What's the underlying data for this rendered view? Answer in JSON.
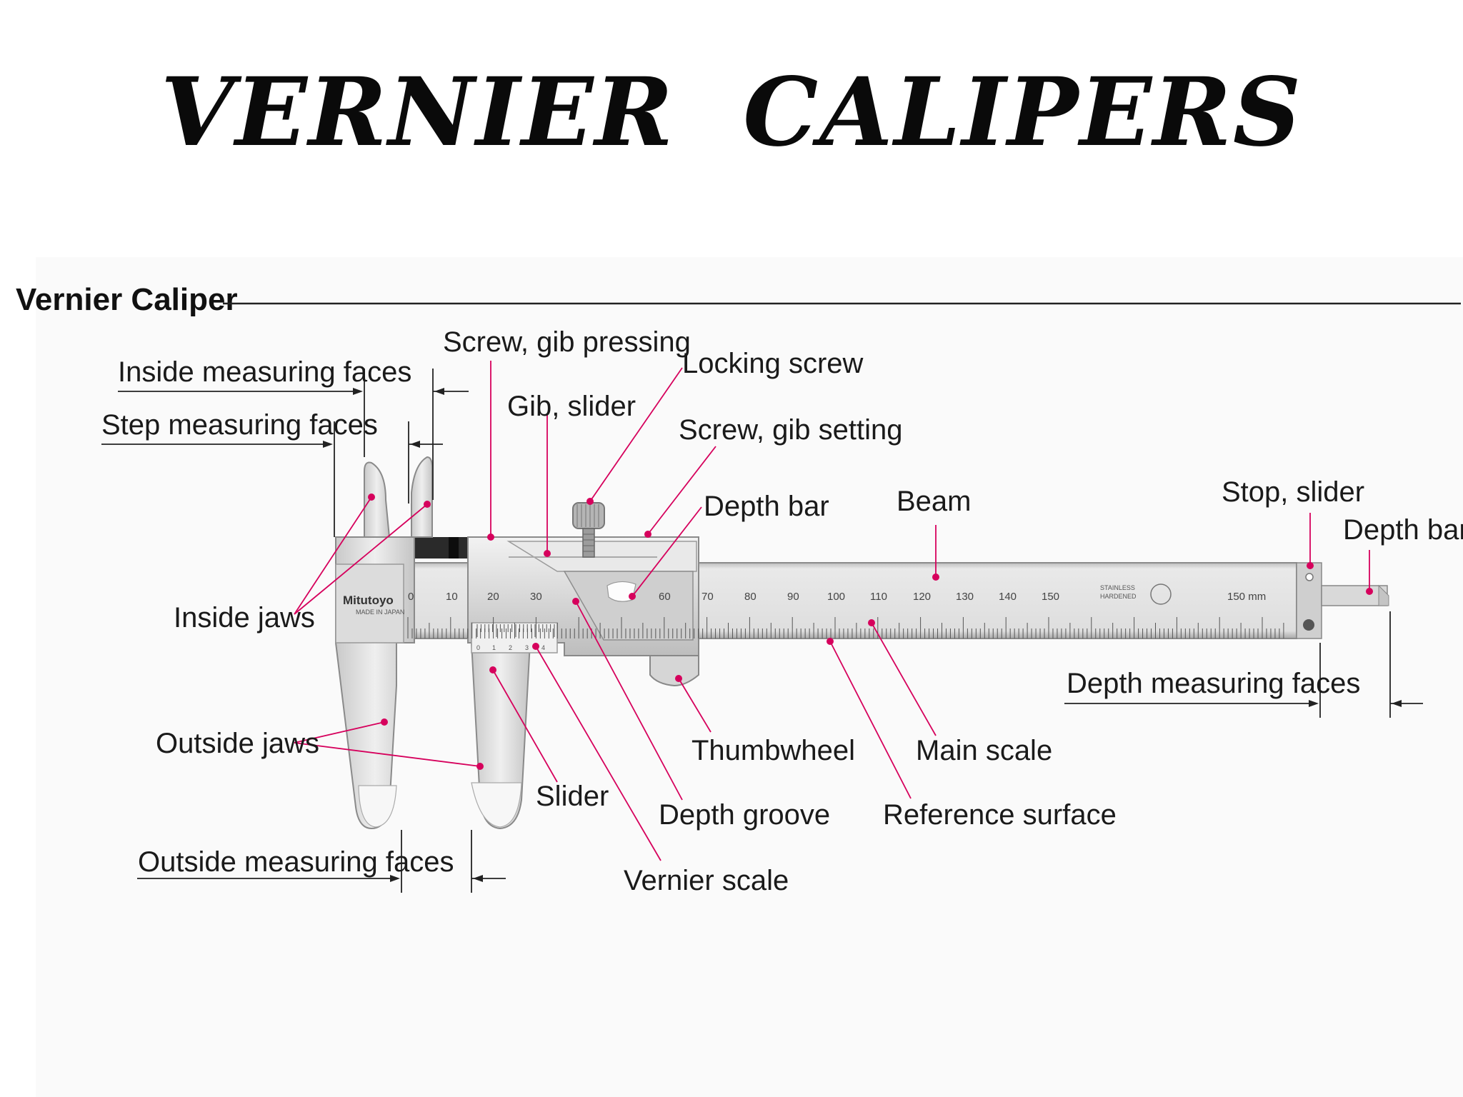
{
  "slide_title": "VERNIER  CALIPERS",
  "figure_heading": "Vernier Caliper",
  "labels": {
    "inside_measuring_faces": "Inside measuring faces",
    "step_measuring_faces": "Step measuring faces",
    "screw_gib_pressing": "Screw, gib pressing",
    "gib_slider": "Gib, slider",
    "locking_screw": "Locking screw",
    "screw_gib_setting": "Screw, gib setting",
    "depth_bar_top": "Depth bar",
    "beam": "Beam",
    "stop_slider": "Stop, slider",
    "depth_bar_right": "Depth bar",
    "inside_jaws": "Inside jaws",
    "depth_measuring_faces": "Depth measuring faces",
    "outside_jaws": "Outside jaws",
    "thumbwheel": "Thumbwheel",
    "main_scale": "Main scale",
    "slider": "Slider",
    "depth_groove": "Depth groove",
    "reference_surface": "Reference surface",
    "outside_measuring_faces": "Outside measuring faces",
    "vernier_scale": "Vernier scale"
  },
  "instrument": {
    "brand": "Mitutoyo",
    "brand_sub": "MADE IN JAPAN",
    "main_scale_numbers": [
      "0",
      "10",
      "20",
      "30",
      "60",
      "70",
      "80",
      "90",
      "100",
      "110",
      "120",
      "130",
      "140",
      "150"
    ],
    "vernier_numbers": [
      "0",
      "1",
      "2",
      "3",
      "4"
    ],
    "stainless_line1": "STAINLESS",
    "stainless_line2": "HARDENED",
    "range_mark": "150 mm"
  },
  "colors": {
    "leader_dot": "#d6005c",
    "leader_line": "#d6005c",
    "steel_light": "#e6e6e6",
    "steel_mid": "#c8c8c8",
    "steel_dark": "#9a9a9a",
    "text": "#1a1a1a"
  }
}
